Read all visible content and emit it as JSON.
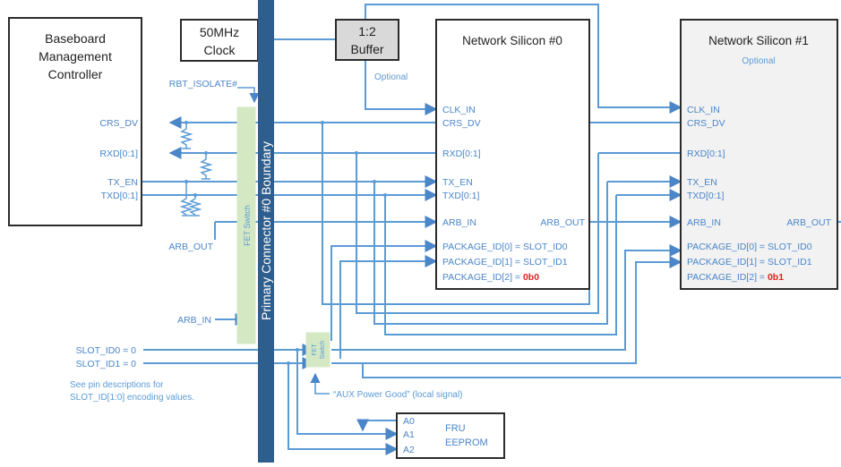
{
  "bmc": {
    "title_lines": [
      "Baseboard",
      "Management",
      "Controller"
    ]
  },
  "clock": {
    "title_lines": [
      "50MHz",
      "Clock"
    ]
  },
  "buffer": {
    "title_lines": [
      "1:2",
      "Buffer"
    ],
    "optional": "Optional"
  },
  "ns0": {
    "title": "Network Silicon #0",
    "pins": {
      "clk_in": "CLK_IN",
      "crs_dv": "CRS_DV",
      "rxd": "RXD[0:1]",
      "tx_en": "TX_EN",
      "txd": "TXD[0:1]",
      "arb_in": "ARB_IN",
      "arb_out": "ARB_OUT",
      "pkg0": "PACKAGE_ID[0] = SLOT_ID0",
      "pkg1": "PACKAGE_ID[1] = SLOT_ID1",
      "pkg2": "PACKAGE_ID[2] = ",
      "pkg2_val": "0b0"
    }
  },
  "ns1": {
    "title": "Network Silicon #1",
    "optional": "Optional",
    "pins": {
      "clk_in": "CLK_IN",
      "crs_dv": "CRS_DV",
      "rxd": "RXD[0:1]",
      "tx_en": "TX_EN",
      "txd": "TXD[0:1]",
      "arb_in": "ARB_IN",
      "arb_out": "ARB_OUT",
      "pkg0": "PACKAGE_ID[0] = SLOT_ID0",
      "pkg1": "PACKAGE_ID[1] = SLOT_ID1",
      "pkg2": "PACKAGE_ID[2] = ",
      "pkg2_val": "0b1"
    }
  },
  "bmc_pins": {
    "crs_dv": "CRS_DV",
    "rxd": "RXD[0:1]",
    "tx_en": "TX_EN",
    "txd": "TXD[0:1]"
  },
  "rbt_isolate": "RBT_ISOLATE#",
  "fet_switch": "FET Switch",
  "fet_small_lines": [
    "FET",
    "Switch"
  ],
  "boundary": "Primary Connector #0 Boundary",
  "arb_out_left": "ARB_OUT",
  "arb_in_left": "ARB_IN",
  "slot_id0": "SLOT_ID0 = 0",
  "slot_id1": "SLOT_ID1 = 0",
  "note_lines": [
    "See pin descriptions for",
    "SLOT_ID[1:0] encoding values."
  ],
  "aux_power": "“AUX Power Good” (local signal)",
  "fru": {
    "pins": [
      "A0",
      "A1",
      "A2"
    ],
    "title_lines": [
      "FRU",
      "EEPROM"
    ]
  }
}
